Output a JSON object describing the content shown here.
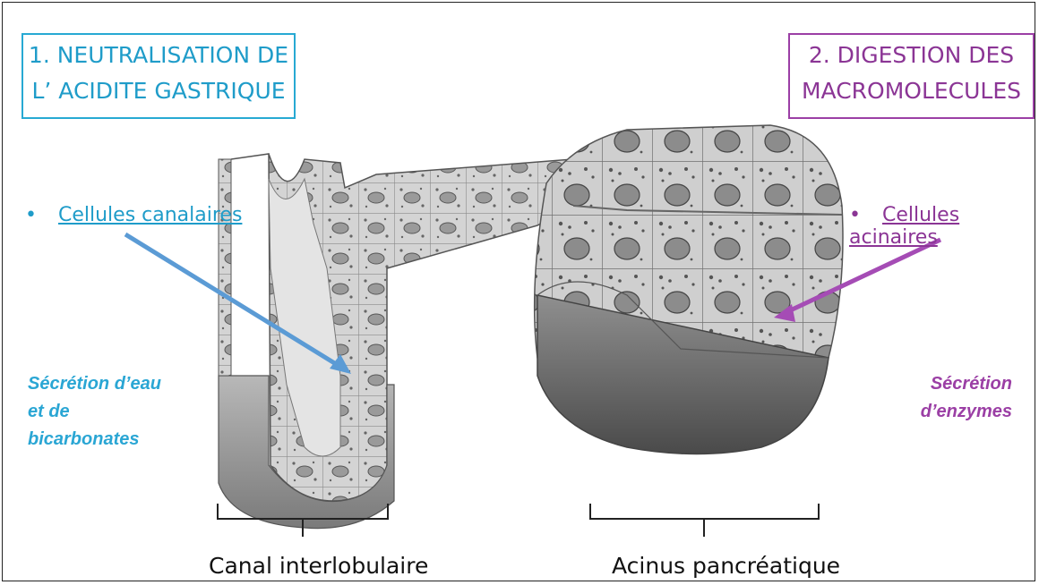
{
  "boxes": {
    "left": {
      "line1": "1. NEUTRALISATION DE",
      "line2": "L’ ACIDITE GASTRIQUE",
      "color": "#1f9cc9"
    },
    "right": {
      "line1": "2. DIGESTION DES",
      "line2": "MACROMOLECULES",
      "color": "#8b3595"
    }
  },
  "bullets": {
    "left": {
      "dot": "•",
      "label": "Cellules canalaires"
    },
    "right": {
      "dot": "•",
      "label": "Cellules acinaires"
    }
  },
  "notes": {
    "left": {
      "line1": "Sécrétion d’eau",
      "line2": "et de",
      "line3": "bicarbonates"
    },
    "right": {
      "line1": "Sécrétion",
      "line2": "d’enzymes"
    }
  },
  "captions": {
    "left": "Canal interlobulaire",
    "right": "Acinus pancréatique"
  },
  "colors": {
    "blue_arrow": "#5b9bd5",
    "purple_arrow": "#a54cb5",
    "tissue": "#c9c9c9"
  }
}
